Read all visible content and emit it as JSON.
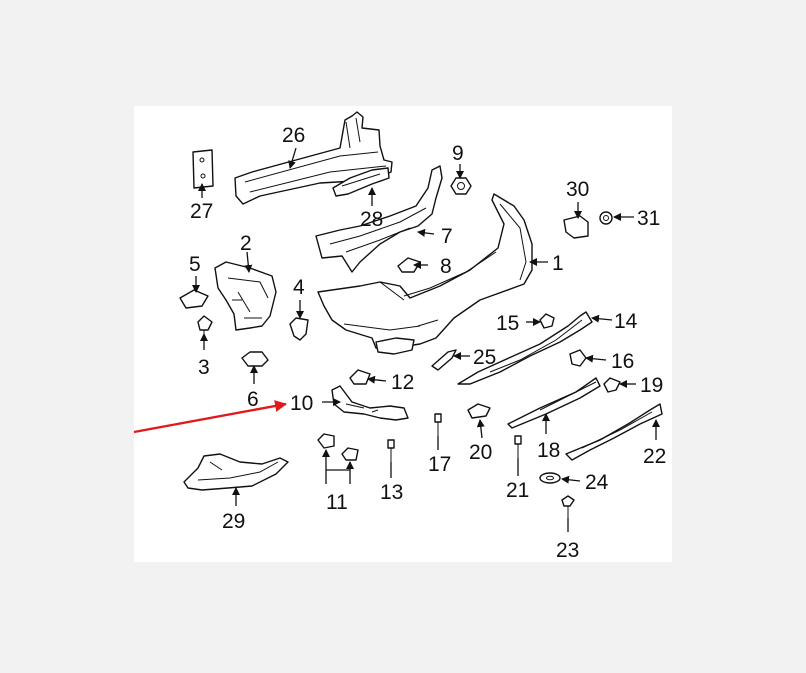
{
  "diagram": {
    "background_color": "#f2f2f2",
    "panel_color": "#ffffff",
    "pointer_color": "#e0191b",
    "callouts": [
      {
        "key": "p1",
        "label": "1"
      },
      {
        "key": "p2",
        "label": "2"
      },
      {
        "key": "p3",
        "label": "3"
      },
      {
        "key": "p4",
        "label": "4"
      },
      {
        "key": "p5",
        "label": "5"
      },
      {
        "key": "p6",
        "label": "6"
      },
      {
        "key": "p7",
        "label": "7"
      },
      {
        "key": "p8",
        "label": "8"
      },
      {
        "key": "p9",
        "label": "9"
      },
      {
        "key": "p10",
        "label": "10"
      },
      {
        "key": "p11",
        "label": "11"
      },
      {
        "key": "p12",
        "label": "12"
      },
      {
        "key": "p13",
        "label": "13"
      },
      {
        "key": "p14",
        "label": "14"
      },
      {
        "key": "p15",
        "label": "15"
      },
      {
        "key": "p16",
        "label": "16"
      },
      {
        "key": "p17",
        "label": "17"
      },
      {
        "key": "p18",
        "label": "18"
      },
      {
        "key": "p19",
        "label": "19"
      },
      {
        "key": "p20",
        "label": "20"
      },
      {
        "key": "p21",
        "label": "21"
      },
      {
        "key": "p22",
        "label": "22"
      },
      {
        "key": "p23",
        "label": "23"
      },
      {
        "key": "p24",
        "label": "24"
      },
      {
        "key": "p25",
        "label": "25"
      },
      {
        "key": "p26",
        "label": "26"
      },
      {
        "key": "p27",
        "label": "27"
      },
      {
        "key": "p28",
        "label": "28"
      },
      {
        "key": "p29",
        "label": "29"
      },
      {
        "key": "p30",
        "label": "30"
      },
      {
        "key": "p31",
        "label": "31"
      }
    ]
  }
}
